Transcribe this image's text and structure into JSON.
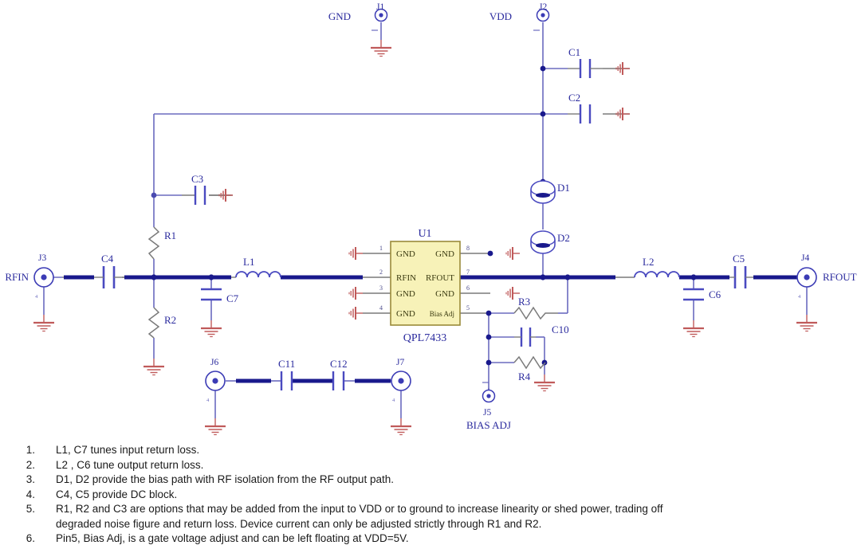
{
  "title": "QPL7433 RF LNA Application Schematic",
  "colors": {
    "wire": "#6b6bbf",
    "trace": "#1a1a8c",
    "label": "#2b2b9e",
    "ground": "#c05a5a",
    "pinlead": "#6a6a6a",
    "ic_fill": "#f7f2b8",
    "ic_border": "#9a8a3a",
    "ic_text": "#3a3a10",
    "note_text": "#1a1a1a"
  },
  "ic": {
    "ref": "U1",
    "part": "QPL7433",
    "pins_left": [
      {
        "num": "1",
        "name": "GND"
      },
      {
        "num": "2",
        "name": "RFIN"
      },
      {
        "num": "3",
        "name": "GND"
      },
      {
        "num": "4",
        "name": "GND"
      }
    ],
    "pins_right": [
      {
        "num": "8",
        "name": "GND"
      },
      {
        "num": "7",
        "name": "RFOUT"
      },
      {
        "num": "6",
        "name": "GND"
      },
      {
        "num": "5",
        "name": "Bias Adj"
      }
    ]
  },
  "connectors": [
    {
      "ref": "J1",
      "label": "GND",
      "label2": ""
    },
    {
      "ref": "J2",
      "label": "VDD",
      "label2": ""
    },
    {
      "ref": "J3",
      "label": "RFIN",
      "label2": ""
    },
    {
      "ref": "J4",
      "label": "RFOUT",
      "label2": ""
    },
    {
      "ref": "J5",
      "label": "",
      "label2": "BIAS ADJ"
    },
    {
      "ref": "J6",
      "label": "",
      "label2": ""
    },
    {
      "ref": "J7",
      "label": "",
      "label2": ""
    }
  ],
  "components": {
    "C1": "C1",
    "C2": "C2",
    "C3": "C3",
    "C4": "C4",
    "C5": "C5",
    "C6": "C6",
    "C7": "C7",
    "C10": "C10",
    "C11": "C11",
    "C12": "C12",
    "L1": "L1",
    "L2": "L2",
    "R1": "R1",
    "R2": "R2",
    "R3": "R3",
    "R4": "R4",
    "D1": "D1",
    "D2": "D2"
  },
  "net_labels": {
    "rfin": "RFIN",
    "rfout": "RFOUT",
    "vdd": "VDD",
    "gnd": "GND",
    "bias_adj": "BIAS ADJ"
  },
  "notes": [
    {
      "num": "1.",
      "text": "L1, C7 tunes input return loss.",
      "cont": ""
    },
    {
      "num": "2.",
      "text": "L2 , C6 tune output return loss.",
      "cont": ""
    },
    {
      "num": "3.",
      "text": "D1, D2 provide the bias path with RF isolation from the RF output path.",
      "cont": ""
    },
    {
      "num": "4.",
      "text": "C4, C5 provide DC block.",
      "cont": ""
    },
    {
      "num": "5.",
      "text": "R1, R2 and C3 are options that may be added from the input to VDD or to ground to increase linearity or shed power, trading off",
      "cont": "degraded noise figure and return loss. Device current can only be adjusted strictly through R1 and R2."
    },
    {
      "num": "6.",
      "text": "Pin5, Bias Adj, is a gate voltage adjust and can be left floating at VDD=5V.",
      "cont": ""
    }
  ]
}
